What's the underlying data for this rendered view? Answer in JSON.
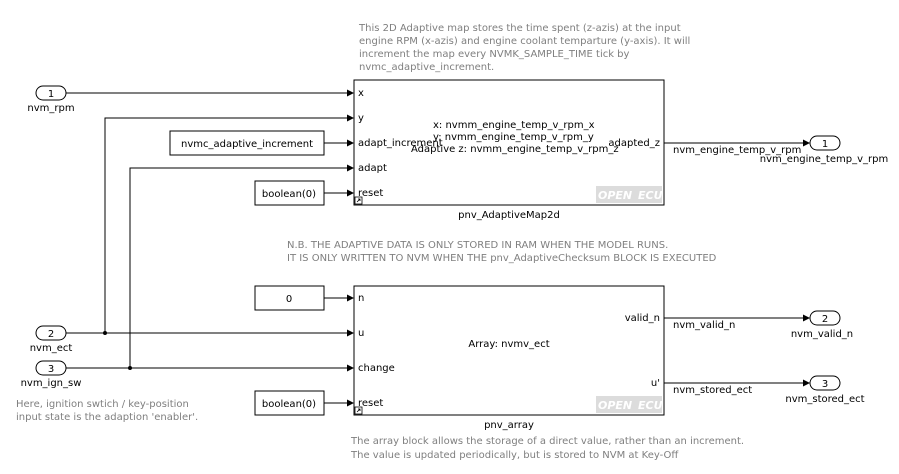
{
  "notes": {
    "adaptive_map": [
      "This 2D Adaptive map stores the time spent (z-azis) at the input",
      "engine RPM (x-azis) and engine coolant temparture (y-axis). It will",
      "increment the map every NVMK_SAMPLE_TIME tick by",
      "nvmc_adaptive_increment."
    ],
    "nb": [
      "N.B. THE ADAPTIVE DATA IS ONLY STORED IN RAM WHEN THE MODEL RUNS.",
      "IT IS ONLY WRITTEN TO NVM WHEN THE  pnv_AdaptiveChecksum BLOCK IS EXECUTED"
    ],
    "ignition": [
      "Here, ignition swtich / key-position",
      "input state is the adaption 'enabler'."
    ],
    "array": [
      "The array block allows the storage of a direct value, rather than an increment.",
      "The value is updated periodically, but is stored to NVM at Key-Off"
    ]
  },
  "inports": [
    {
      "number": "1",
      "name": "nvm_rpm"
    },
    {
      "number": "2",
      "name": "nvm_ect"
    },
    {
      "number": "3",
      "name": "nvm_ign_sw"
    }
  ],
  "outports": [
    {
      "number": "1",
      "name": "nvm_engine_temp_v_rpm"
    },
    {
      "number": "2",
      "name": "nvm_valid_n"
    },
    {
      "number": "3",
      "name": "nvm_stored_ect"
    }
  ],
  "constants": {
    "adaptive_increment": "nvmc_adaptive_increment",
    "reset_map": "boolean(0)",
    "n_value": "0",
    "reset_array": "boolean(0)"
  },
  "map_block": {
    "name": "pnv_AdaptiveMap2d",
    "inputs": [
      "x",
      "y",
      "adapt_increment",
      "adapt",
      "reset"
    ],
    "output": "adapted_z",
    "content": [
      "x: nvmm_engine_temp_v_rpm_x",
      "y: nvmm_engine_temp_v_rpm_y",
      "Adaptive z: nvmm_engine_temp_v_rpm_z"
    ],
    "logo": [
      "OPEN",
      "ECU"
    ]
  },
  "array_block": {
    "name": "pnv_array",
    "inputs": [
      "n",
      "u",
      "change",
      "reset"
    ],
    "outputs": [
      "valid_n",
      "u'"
    ],
    "content": "Array: nvmv_ect",
    "logo": [
      "OPEN",
      "ECU"
    ]
  },
  "signals": {
    "map_out": "nvm_engine_temp_v_rpm",
    "valid_out": "nvm_valid_n",
    "stored_out": "nvm_stored_ect"
  }
}
